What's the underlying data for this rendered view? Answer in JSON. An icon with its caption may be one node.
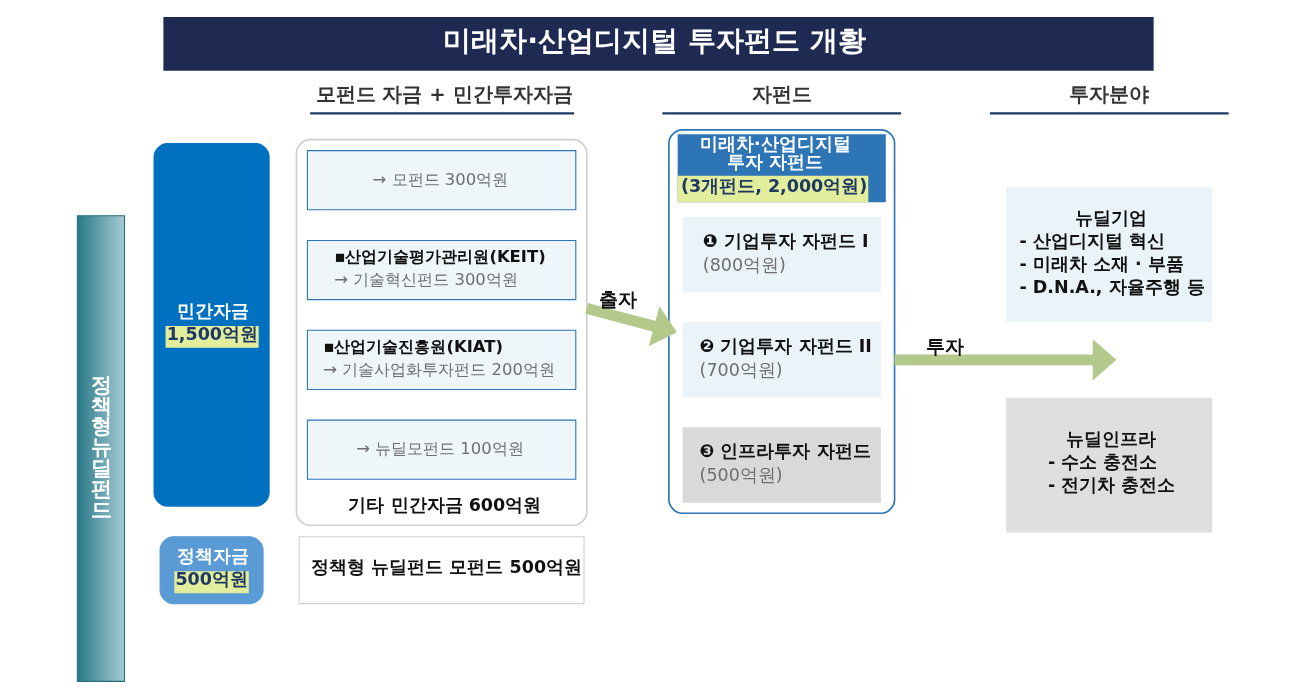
{
  "diagram": {
    "title": "미래차·산업디지털 투자펀드 개황",
    "nodes": [
      {
        "text": [
          "정책형뉴딜펀드"
        ]
      },
      {
        "text": [
          "민간자금",
          "1,500억원"
        ]
      },
      {
        "text": [
          "기타 민간자금 600억원"
        ]
      },
      {
        "text": [
          "→ 모펀드 300억원"
        ],
        "in": 2
      },
      {
        "text": [
          "▪산업기술평가관리원(KEIT)",
          "→ 기술혁신펀드 300억원"
        ],
        "in": 2
      },
      {
        "text": [
          "▪산업기술진흥원(KIAT)",
          "→ 기술사업화투자펀드 200억원"
        ],
        "in": 2
      },
      {
        "text": [
          "→ 뉴딜모펀드 100억원"
        ],
        "in": 2
      },
      {
        "text": [
          "정책자금",
          "500억원"
        ]
      },
      {
        "text": [
          "정책형 뉴딜펀드 모펀드 500억원"
        ]
      },
      {
        "text": [
          "미래차·산업디지털 투자 자펀드",
          "(3개펀드, 2,000억원)"
        ]
      },
      {
        "text": [
          "❶ 기업투자 자펀드 I",
          "(800억원)"
        ],
        "in": 9
      },
      {
        "text": [
          "❷ 기업투자 자펀드 II",
          "(700억원)"
        ],
        "in": 9
      },
      {
        "text": [
          "❸ 인프라투자 자펀드",
          "(500억원)"
        ],
        "in": 9
      },
      {
        "text": [
          "뉴딜기업",
          "- 산업디지털 혁신",
          "- 미래차 소재 · 부품",
          "- D.N.A., 자율주행 등"
        ]
      },
      {
        "text": [
          "뉴딜인프라",
          "- 수소 충전소",
          "- 전기차 충전소"
        ]
      }
    ],
    "edges": [
      {
        "from": 2,
        "to": 9,
        "arrow": "to",
        "label": "출자"
      },
      {
        "from": 9,
        "to": null,
        "arrow": "to",
        "label": "투자"
      }
    ],
    "labels": [
      "모펀드 자금 + 민간투자자금",
      "자펀드",
      "투자분야"
    ]
  }
}
